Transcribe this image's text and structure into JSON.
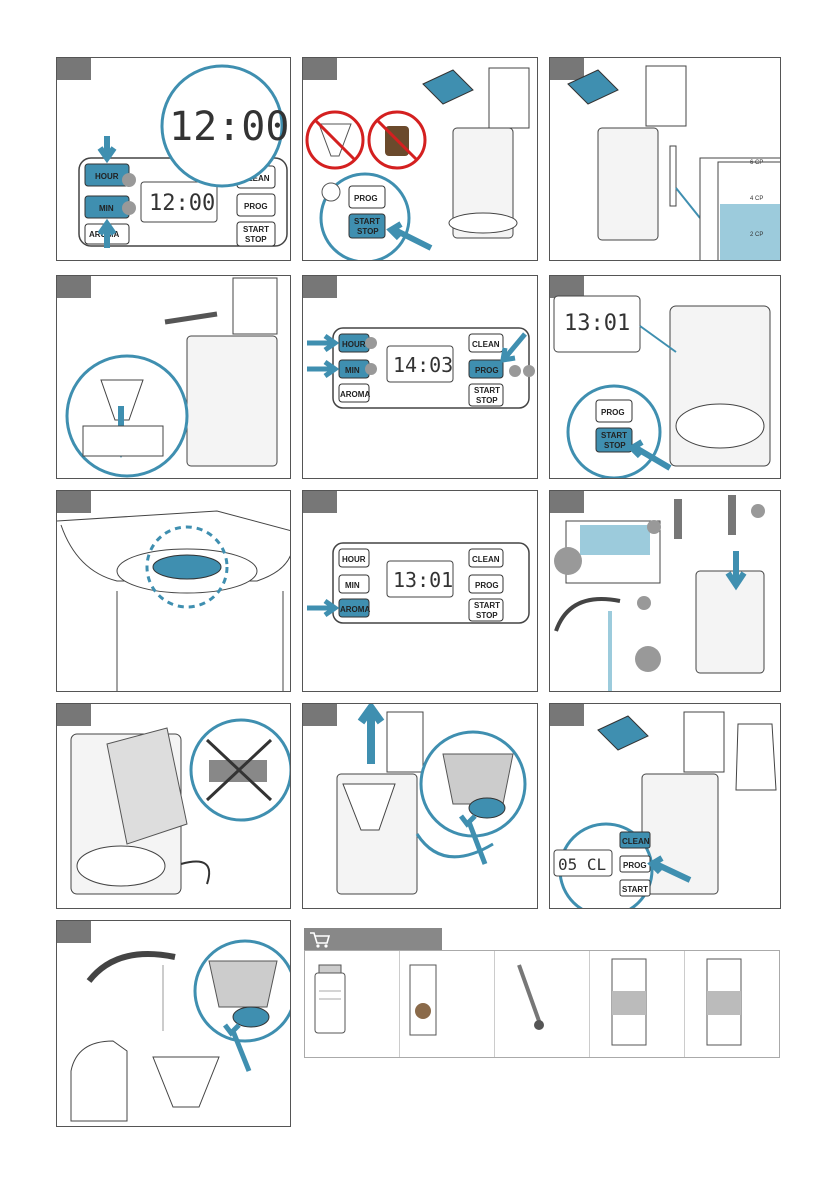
{
  "panel1": {
    "time_big": "12:00",
    "time_small": "12:00",
    "hour_label": "HOUR",
    "min_label": "MIN",
    "aroma_label": "AROMA",
    "clean_label": "CLEAN",
    "prog_label": "PROG",
    "start_label": "START",
    "stop_label": "STOP"
  },
  "panel2": {
    "prog_label": "PROG",
    "start_label": "START",
    "stop_label": "STOP"
  },
  "panel3": {
    "cup_top": "6 CP",
    "cup_mid": "4 CP",
    "cup_bottom": "2 CP"
  },
  "panel5": {
    "time": "14:03",
    "hour_label": "HOUR",
    "min_label": "MIN",
    "aroma_label": "AROMA",
    "clean_label": "CLEAN",
    "prog_label": "PROG",
    "start_label": "START",
    "stop_label": "STOP"
  },
  "panel6": {
    "time": "13:01",
    "prog_label": "PROG",
    "start_label": "START",
    "stop_label": "STOP"
  },
  "panel8": {
    "time": "13:01",
    "hour_label": "HOUR",
    "min_label": "MIN",
    "aroma_label": "AROMA",
    "clean_label": "CLEAN",
    "prog_label": "PROG",
    "start_label": "START",
    "stop_label": "STOP"
  },
  "panel12": {
    "display": "05 CL",
    "clean_label": "CLEAN",
    "prog_label": "PROG",
    "start_label": "START"
  },
  "colors": {
    "accent": "#3f8fb0",
    "accent_light": "#9ccbdc",
    "tab_gray": "#777777",
    "forbidden_red": "#d42020"
  },
  "icons": {
    "shop": "shopping-cart-icon"
  }
}
